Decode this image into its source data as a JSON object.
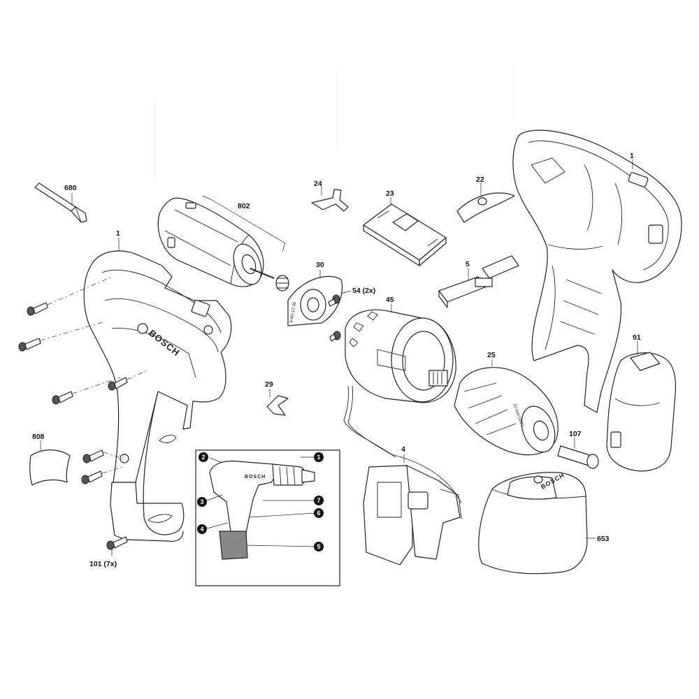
{
  "parts": {
    "p680": "680",
    "p802": "802",
    "p24": "24",
    "p23": "23",
    "p22": "22",
    "p1_right": "1",
    "p1_left": "1",
    "p30": "30",
    "p54": "54 (2x)",
    "p45": "45",
    "p5": "5",
    "p29": "29",
    "p25": "25",
    "p91": "91",
    "p808": "808",
    "p4": "4",
    "p107": "107",
    "p653": "653",
    "p101": "101 (7x)"
  },
  "brand": {
    "housing": "BOSCH",
    "battery": "BOSCH",
    "inset": "BOSCH"
  },
  "markings": {
    "plate": "4-8D-12-36",
    "chuck": "10 mm (3/8\")"
  },
  "inset_callouts": [
    "1",
    "2",
    "3",
    "4",
    "5",
    "6",
    "7"
  ]
}
